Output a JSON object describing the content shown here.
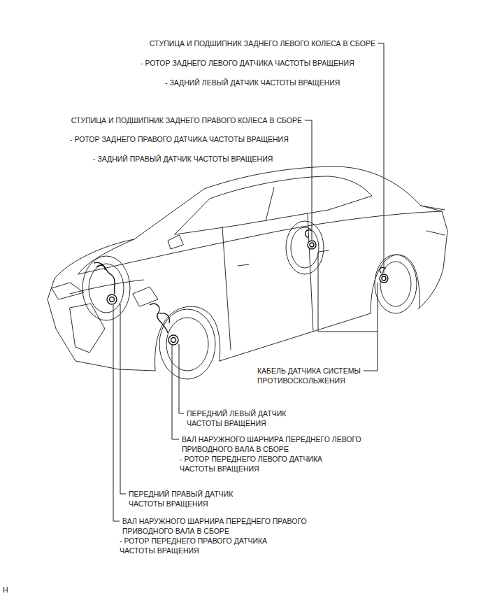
{
  "diagram": {
    "labels": [
      "СТУПИЦА И ПОДШИПНИК ЗАДНЕГО ЛЕВОГО КОЛЕСА В СБОРЕ",
      "- РОТОР ЗАДНЕГО ЛЕВОГО ДАТЧИКА ЧАСТОТЫ ВРАЩЕНИЯ",
      "- ЗАДНИЙ ЛЕВЫЙ ДАТЧИК ЧАСТОТЫ ВРАЩЕНИЯ",
      "СТУПИЦА И ПОДШИПНИК ЗАДНЕГО ПРАВОГО КОЛЕСА В СБОРЕ",
      "- РОТОР ЗАДНЕГО ПРАВОГО ДАТЧИКА ЧАСТОТЫ ВРАЩЕНИЯ",
      "- ЗАДНИЙ ПРАВЫЙ ДАТЧИК ЧАСТОТЫ ВРАЩЕНИЯ",
      "КАБЕЛЬ ДАТЧИКА СИСТЕМЫ ПРОТИВОСКОЛЬЖЕНИЯ",
      "ПЕРЕДНИЙ ЛЕВЫЙ ДАТЧИК ЧАСТОТЫ ВРАЩЕНИЯ",
      "ВАЛ НАРУЖНОГО ШАРНИРА ПЕРЕДНЕГО ЛЕВОГО ПРИВОДНОГО ВАЛА В СБОРЕ",
      "- РОТОР ПЕРЕДНЕГО ЛЕВОГО ДАТЧИКА ЧАСТОТЫ ВРАЩЕНИЯ",
      "ПЕРЕДНИЙ ПРАВЫЙ ДАТЧИК ЧАСТОТЫ ВРАЩЕНИЯ",
      "ВАЛ НАРУЖНОГО ШАРНИРА ПЕРЕДНЕГО ПРАВОГО ПРИВОДНОГО ВАЛА В СБОРЕ",
      "- РОТОР ПЕРЕДНЕГО ПРАВОГО ДАТЧИКА ЧАСТОТЫ ВРАЩЕНИЯ",
      "H"
    ]
  }
}
